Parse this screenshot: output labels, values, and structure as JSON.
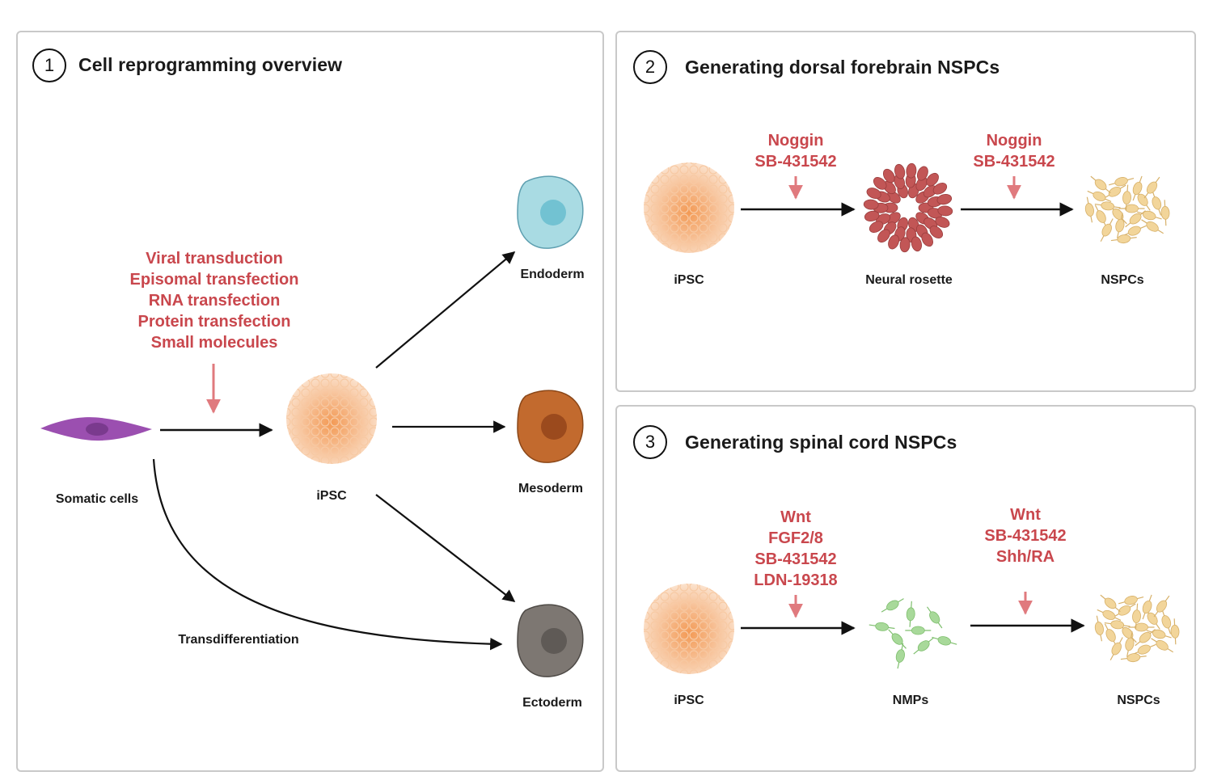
{
  "panels": {
    "p1": {
      "number": "1",
      "title": "Cell reprogramming overview",
      "methods": [
        "Viral transduction",
        "Episomal transfection",
        "RNA transfection",
        "Protein transfection",
        "Small molecules"
      ],
      "labels": {
        "somatic": "Somatic cells",
        "ipsc": "iPSC",
        "endoderm": "Endoderm",
        "mesoderm": "Mesoderm",
        "ectoderm": "Ectoderm",
        "transdiff": "Transdifferentiation"
      }
    },
    "p2": {
      "number": "2",
      "title": "Generating dorsal forebrain NSPCs",
      "step1_factors": [
        "Noggin",
        "SB-431542"
      ],
      "step2_factors": [
        "Noggin",
        "SB-431542"
      ],
      "labels": {
        "ipsc": "iPSC",
        "rosette": "Neural rosette",
        "nspcs": "NSPCs"
      }
    },
    "p3": {
      "number": "3",
      "title": "Generating spinal cord NSPCs",
      "step1_factors": [
        "Wnt",
        "FGF2/8",
        "SB-431542",
        "LDN-19318"
      ],
      "step2_factors": [
        "Wnt",
        "SB-431542",
        "Shh/RA"
      ],
      "labels": {
        "ipsc": "iPSC",
        "nmps": "NMPs",
        "nspcs": "NSPCs"
      }
    }
  },
  "colors": {
    "factor_text": "#c9474d",
    "factor_arrow": "#e07a7e",
    "endoderm": "#a9dbe3",
    "mesoderm": "#c26a2e",
    "ectoderm": "#7d7772",
    "somatic": "#9b4fb0",
    "rosette": "#c25656",
    "ipsc": "#f6b07a",
    "nmp": "#a8d99a",
    "nspc": "#f2d59a"
  }
}
